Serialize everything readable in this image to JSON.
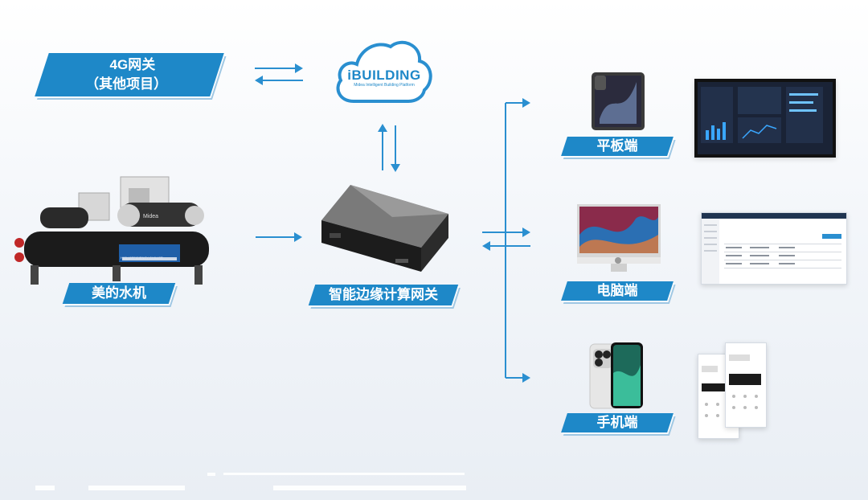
{
  "gateway_4g": {
    "line1": "4G网关",
    "line2": "（其他项目）"
  },
  "cloud": {
    "brand": "iBUILDING",
    "tagline": "Midea Intelligent Building Platform"
  },
  "chiller": {
    "label": "美的水机",
    "badge": "HIGH EFFICIENCY CHILLER",
    "brand": "Midea"
  },
  "edge_gateway": {
    "label": "智能边缘计算网关"
  },
  "endpoints": {
    "tablet": "平板端",
    "computer": "电脑端",
    "phone": "手机端"
  },
  "colors": {
    "accent": "#1e88c8",
    "arrow": "#2a8fd0"
  }
}
